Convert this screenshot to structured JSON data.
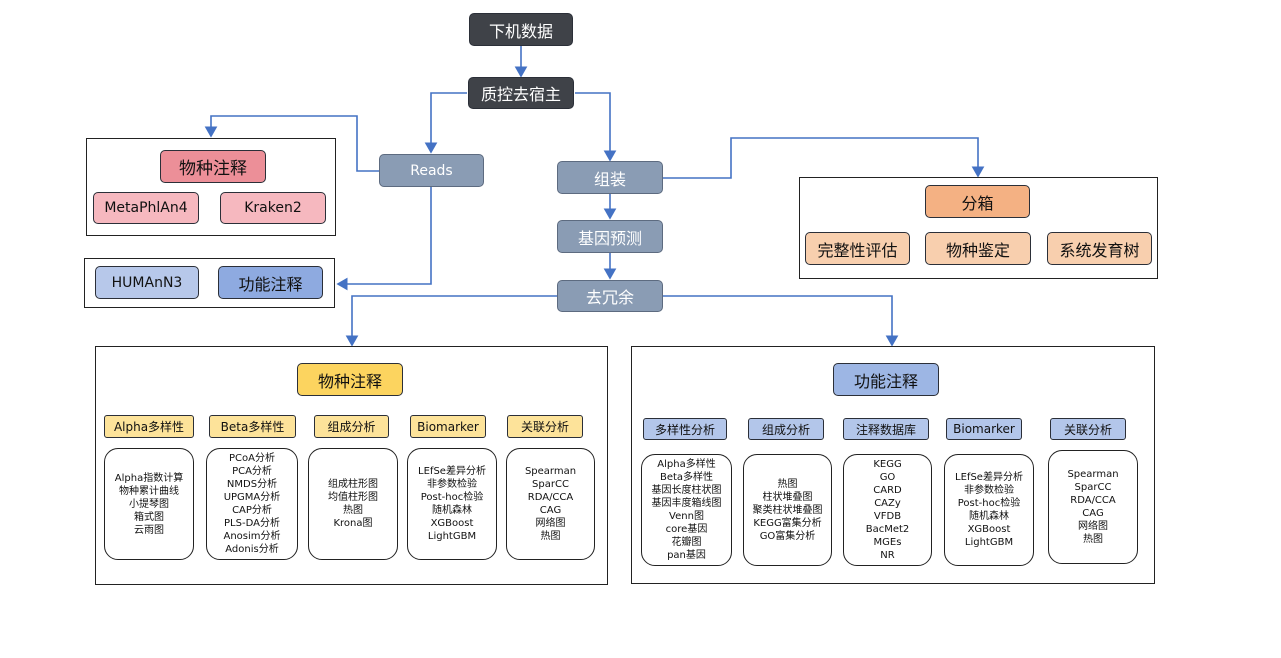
{
  "pipeline": {
    "offline_data": "下机数据",
    "qc_host_removal": "质控去宿主",
    "reads": "Reads",
    "assembly": "组装",
    "gene_prediction": "基因预测",
    "dereplication": "去冗余"
  },
  "reads_taxonomy": {
    "title": "物种注释",
    "tools": [
      "MetaPhlAn4",
      "Kraken2"
    ]
  },
  "reads_function": {
    "tool": "HUMAnN3",
    "title": "功能注释"
  },
  "binning": {
    "title": "分箱",
    "items": [
      "完整性评估",
      "物种鉴定",
      "系统发育树"
    ]
  },
  "species_panel": {
    "title": "物种注释",
    "columns": [
      {
        "header": "Alpha多样性",
        "items": [
          "Alpha指数计算",
          "物种累计曲线",
          "小提琴图",
          "箱式图",
          "云雨图"
        ]
      },
      {
        "header": "Beta多样性",
        "items": [
          "PCoA分析",
          "PCA分析",
          "NMDS分析",
          "UPGMA分析",
          "CAP分析",
          "PLS-DA分析",
          "Anosim分析",
          "Adonis分析"
        ]
      },
      {
        "header": "组成分析",
        "items": [
          "组成柱形图",
          "均值柱形图",
          "热图",
          "Krona图"
        ]
      },
      {
        "header": "Biomarker",
        "items": [
          "LEfSe差异分析",
          "非参数检验",
          "Post-hoc检验",
          "随机森林",
          "XGBoost",
          "LightGBM"
        ]
      },
      {
        "header": "关联分析",
        "items": [
          "Spearman",
          "SparCC",
          "RDA/CCA",
          "CAG",
          "网络图",
          "热图"
        ]
      }
    ]
  },
  "function_panel": {
    "title": "功能注释",
    "columns": [
      {
        "header": "多样性分析",
        "items": [
          "Alpha多样性",
          "Beta多样性",
          "基因长度柱状图",
          "基因丰度箱线图",
          "Venn图",
          "core基因",
          "花瓣图",
          "pan基因"
        ]
      },
      {
        "header": "组成分析",
        "items": [
          "热图",
          "柱状堆叠图",
          "聚类柱状堆叠图",
          "KEGG富集分析",
          "GO富集分析"
        ]
      },
      {
        "header": "注释数据库",
        "items": [
          "KEGG",
          "GO",
          "CARD",
          "CAZy",
          "VFDB",
          "BacMet2",
          "MGEs",
          "NR"
        ]
      },
      {
        "header": "Biomarker",
        "items": [
          "LEfSe差异分析",
          "非参数检验",
          "Post-hoc检验",
          "随机森林",
          "XGBoost",
          "LightGBM"
        ]
      },
      {
        "header": "关联分析",
        "items": [
          "Spearman",
          "SparCC",
          "RDA/CCA",
          "CAG",
          "网络图",
          "热图"
        ]
      }
    ]
  }
}
